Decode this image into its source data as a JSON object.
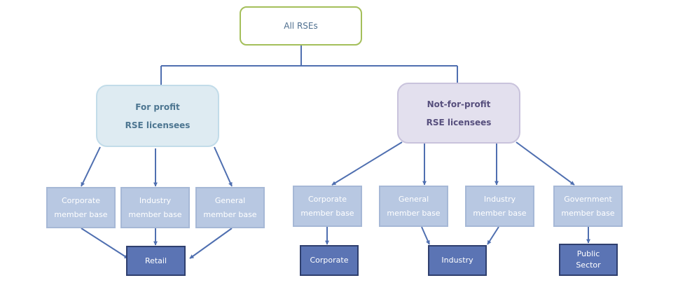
{
  "root": {
    "label": "All RSEs"
  },
  "categories": [
    {
      "line1": "For profit",
      "line2": "RSE licensees"
    },
    {
      "line1": "Not-for-profit",
      "line2": "RSE licensees"
    }
  ],
  "bases": {
    "for_profit": [
      {
        "line1": "Corporate",
        "line2": "member base"
      },
      {
        "line1": "Industry",
        "line2": "member base"
      },
      {
        "line1": "General",
        "line2": "member base"
      }
    ],
    "not_for_profit": [
      {
        "line1": "Corporate",
        "line2": "member base"
      },
      {
        "line1": "General",
        "line2": "member base"
      },
      {
        "line1": "Industry",
        "line2": "member base"
      },
      {
        "line1": "Government",
        "line2": "member base"
      }
    ]
  },
  "outcomes": {
    "retail": "Retail",
    "corporate": "Corporate",
    "industry": "Industry",
    "public_sector": {
      "line1": "Public",
      "line2": "Sector"
    }
  },
  "colors": {
    "connector": "#4f6fb0",
    "root_border": "#a4bf5a",
    "for_profit_fill": "#deebf2",
    "not_for_profit_fill": "#e3e0ee",
    "member_base_fill": "#b8c8e2",
    "outcome_fill": "#5b74b4",
    "outcome_border": "#2f3f6e"
  }
}
